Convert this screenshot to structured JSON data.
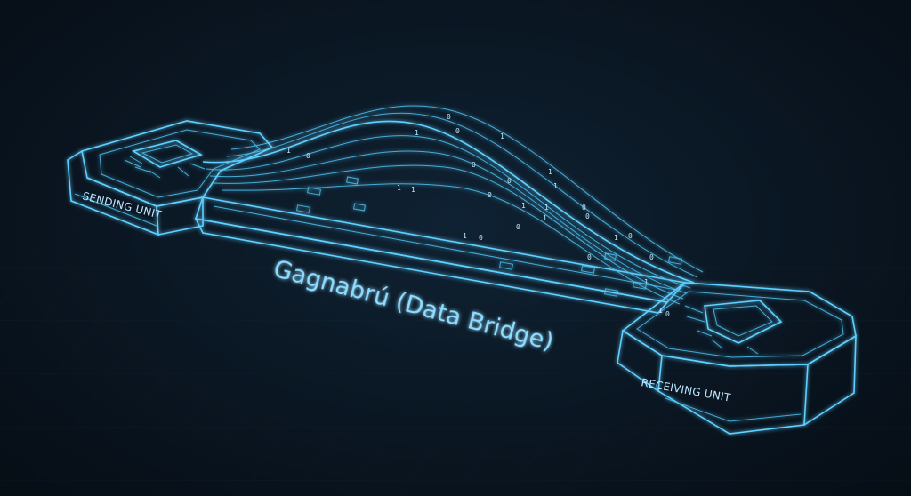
{
  "diagram": {
    "sending_unit_label": "SENDING UNIT",
    "receiving_unit_label": "RECEIVING UNIT",
    "bridge_label": "Gagnabrú (Data Bridge)",
    "bits": [
      "0",
      "1",
      "0",
      "1",
      "0",
      "1",
      "0",
      "1",
      "0",
      "1",
      "0",
      "1",
      "1",
      "0",
      "1",
      "0",
      "1",
      "1",
      "0",
      "1",
      "0",
      "0",
      "1",
      "1",
      "0",
      "0",
      "1",
      "0"
    ]
  },
  "colors": {
    "background": "#0a1622",
    "wire": "#5fd0ff",
    "text": "#8fdcff"
  }
}
